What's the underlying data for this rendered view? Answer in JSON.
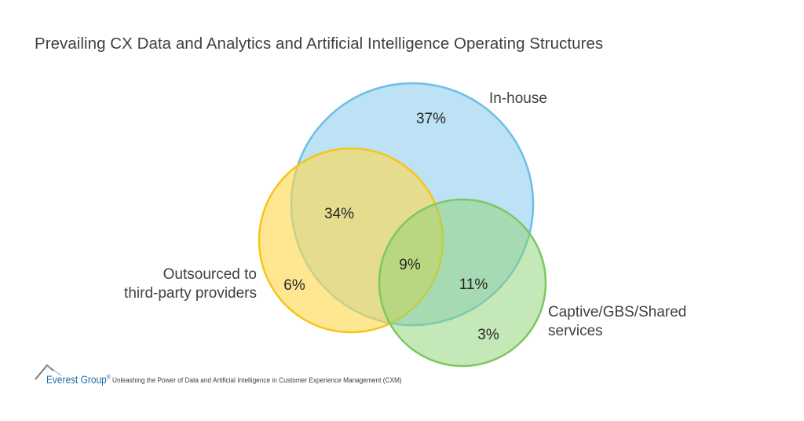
{
  "title": "Prevailing CX Data and Analytics and Artificial Intelligence Operating Structures",
  "labels": {
    "in_house": "In-house",
    "outsourced_line1": "Outsourced to",
    "outsourced_line2": "third-party providers",
    "captive_line1": "Captive/GBS/Shared",
    "captive_line2": "services"
  },
  "regions": {
    "in_house_only": "37%",
    "in_house_outsourced": "34%",
    "all_three": "9%",
    "in_house_captive": "11%",
    "outsourced_only": "6%",
    "captive_only": "3%"
  },
  "colors": {
    "in_house_fill": "#9dd3f0",
    "in_house_stroke": "#6cbfe6",
    "outsourced_fill": "#ffe07a",
    "outsourced_stroke": "#f5c518",
    "captive_fill": "#a3d98c",
    "captive_stroke": "#7cc860"
  },
  "footer": {
    "brand": "Everest Group",
    "registered": "®",
    "caption": "Unleashing the Power of Data and Artificial Intelligence in Customer Experience Management (CXM)"
  },
  "chart_data": {
    "type": "venn",
    "title": "Prevailing CX Data and Analytics and Artificial Intelligence Operating Structures",
    "sets": [
      "In-house",
      "Outsourced to third-party providers",
      "Captive/GBS/Shared services"
    ],
    "regions": [
      {
        "sets": [
          "In-house"
        ],
        "value": 37
      },
      {
        "sets": [
          "Outsourced to third-party providers"
        ],
        "value": 6
      },
      {
        "sets": [
          "Captive/GBS/Shared services"
        ],
        "value": 3
      },
      {
        "sets": [
          "In-house",
          "Outsourced to third-party providers"
        ],
        "value": 34
      },
      {
        "sets": [
          "In-house",
          "Captive/GBS/Shared services"
        ],
        "value": 11
      },
      {
        "sets": [
          "In-house",
          "Outsourced to third-party providers",
          "Captive/GBS/Shared services"
        ],
        "value": 9
      }
    ],
    "unit": "%"
  }
}
